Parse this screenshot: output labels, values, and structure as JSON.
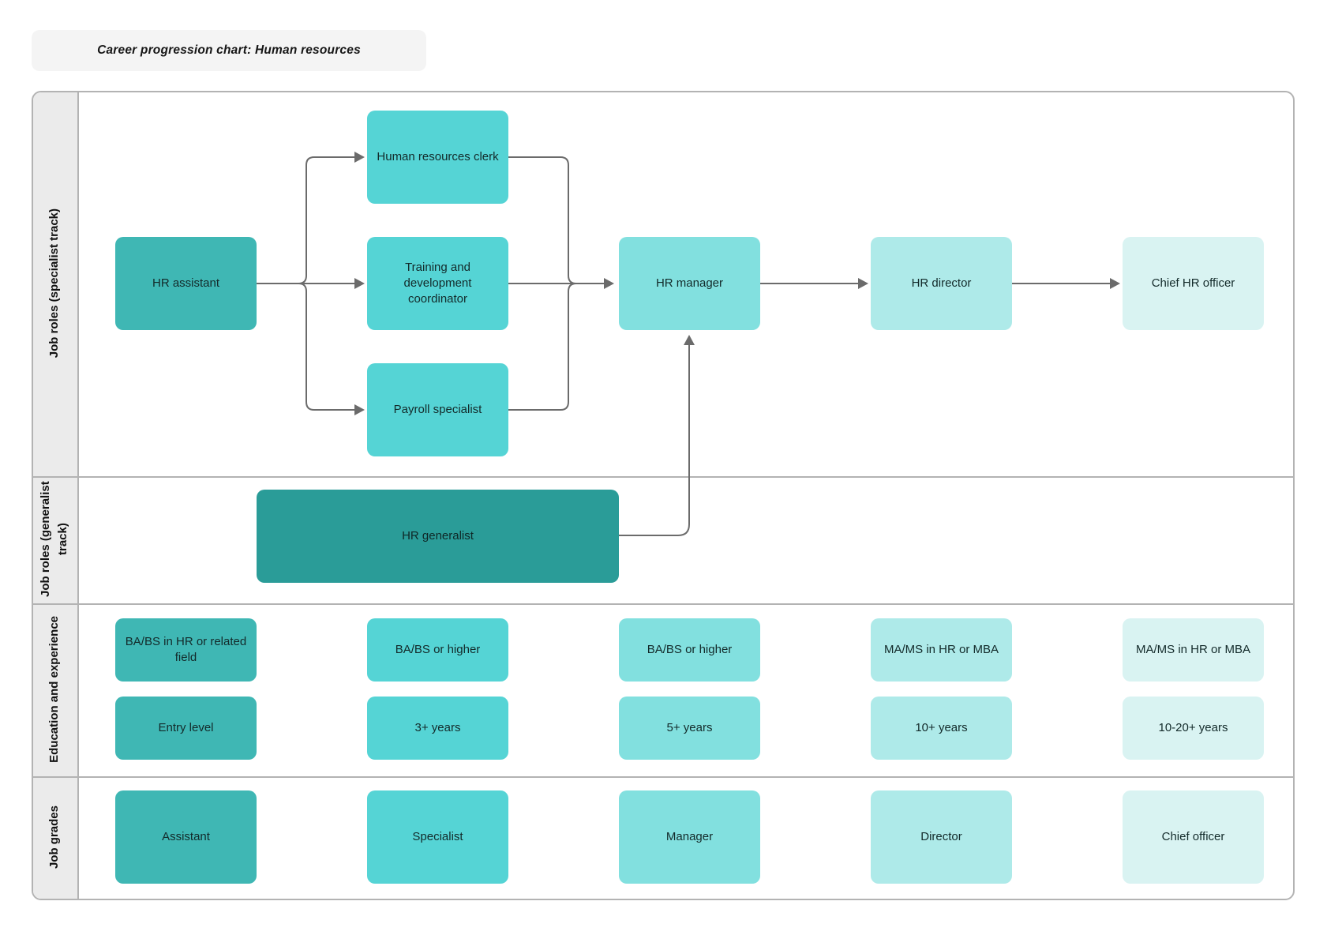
{
  "title": "Career progression chart: Human resources",
  "rows": {
    "specialist": "Job roles (specialist track)",
    "generalist": "Job roles (generalist track)",
    "education": "Education and experience",
    "grades": "Job grades"
  },
  "nodes": {
    "hr_assistant": "HR assistant",
    "hr_clerk": "Human resources clerk",
    "training_coordinator": "Training and development coordinator",
    "payroll_specialist": "Payroll specialist",
    "hr_manager": "HR manager",
    "hr_director": "HR director",
    "chief_hr_officer": "Chief HR officer",
    "hr_generalist": "HR generalist"
  },
  "education": [
    {
      "degree": "BA/BS in HR or related field",
      "experience": "Entry level"
    },
    {
      "degree": "BA/BS or higher",
      "experience": "3+ years"
    },
    {
      "degree": "BA/BS or higher",
      "experience": "5+ years"
    },
    {
      "degree": "MA/MS in HR or MBA",
      "experience": "10+ years"
    },
    {
      "degree": "MA/MS in HR or MBA",
      "experience": "10-20+ years"
    }
  ],
  "grades": [
    "Assistant",
    "Specialist",
    "Manager",
    "Director",
    "Chief officer"
  ],
  "colors": {
    "level1": "#3fb7b4",
    "level2": "#55d4d5",
    "level3": "#82e0df",
    "level4": "#aeeae9",
    "level5": "#d9f3f2",
    "generalist": "#2a9c98",
    "connector": "#6b6b6b"
  }
}
